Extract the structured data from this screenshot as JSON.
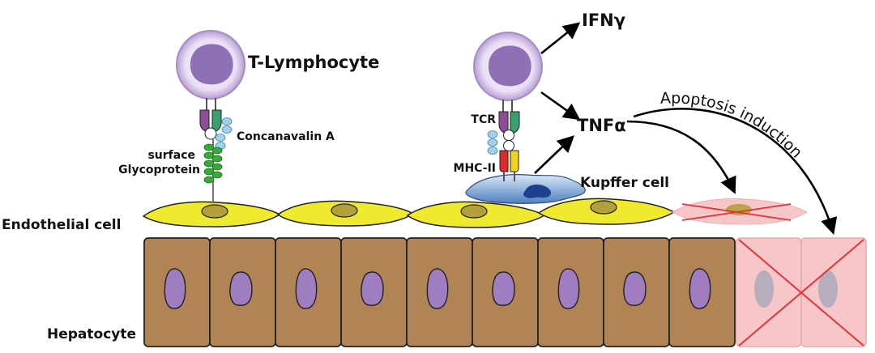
{
  "labels": {
    "t_lymphocyte": "T-Lymphocyte",
    "concanavalin_a": "Concanavalin A",
    "surface": "surface",
    "glycoprotein": "Glycoprotein",
    "endothelial_cell": "Endothelial cell",
    "hepatocyte": "Hepatocyte",
    "tcr": "TCR",
    "mhc_ii": "MHC-II",
    "kupffer_cell": "Kupffer cell",
    "ifn_gamma": "IFNγ",
    "tnf_alpha": "TNFα",
    "apoptosis_induction": "Apoptosis induction"
  },
  "colors": {
    "t_cell_membrane": "#c6b3dc",
    "t_cell_nucleus": "#8f6fb6",
    "endothelial": "#f0ea2e",
    "endothelial_nucleus": "#b2a13a",
    "hepatocyte": "#b08455",
    "hepatocyte_nucleus": "#a07cc0",
    "kupffer": "#5e8fc9",
    "glycoprotein": "#3aa83a",
    "concanavalin": "#9fd2ea",
    "receptor_purple": "#8a4d96",
    "receptor_green": "#3aa070",
    "mhc_red": "#e02a2a",
    "mhc_yellow": "#f2d21c",
    "apoptotic_fill": "#f6c6c8",
    "apoptotic_cross": "#e0363b"
  }
}
